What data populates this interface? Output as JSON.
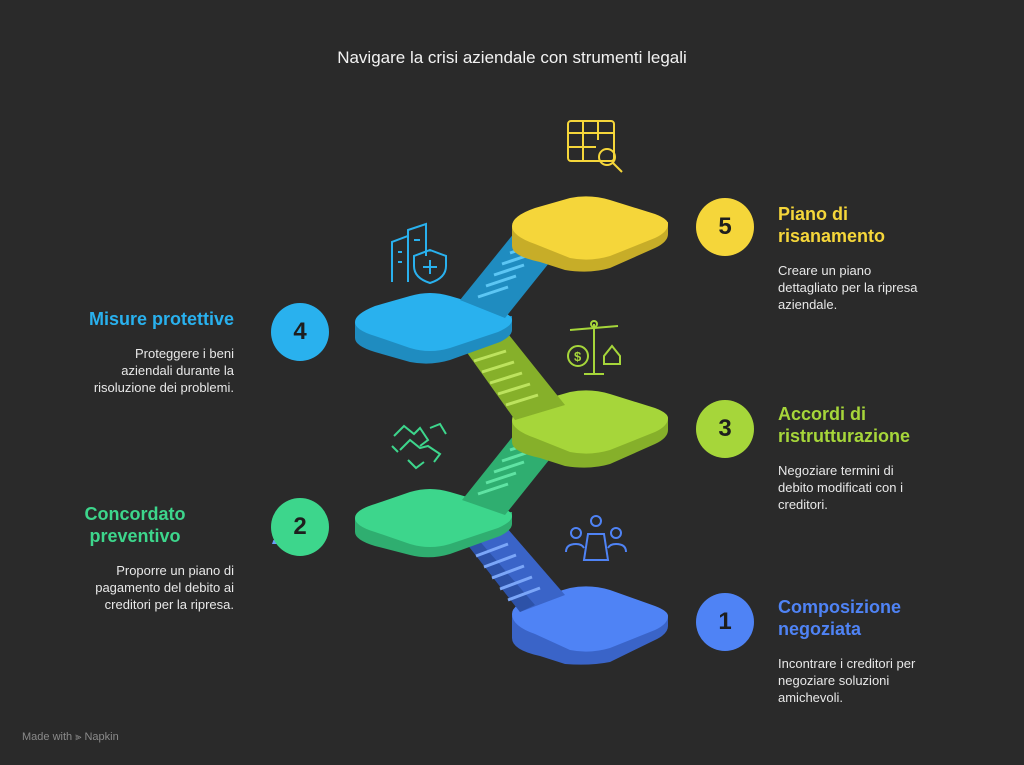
{
  "title": "Navigare la crisi aziendale con strumenti legali",
  "footer": "Made with ⫸ Napkin",
  "colors": {
    "background": "#2a2a2a",
    "step1": "#4f83f5",
    "step2": "#3dd68c",
    "step3": "#a6d63a",
    "step4": "#29b1ee",
    "step5": "#f5d63a"
  },
  "steps": [
    {
      "number": "1",
      "title_lines": [
        "Composizione",
        "negoziata"
      ],
      "desc_lines": [
        "Incontrare i creditori per",
        "negoziare soluzioni",
        "amichevoli."
      ],
      "icon": "meeting-table-icon"
    },
    {
      "number": "2",
      "title_lines": [
        "Concordato",
        "preventivo"
      ],
      "desc_lines": [
        "Proporre un piano di",
        "pagamento del debito ai",
        "creditori per la ripresa."
      ],
      "icon": "handshake-icon"
    },
    {
      "number": "3",
      "title_lines": [
        "Accordi di",
        "ristrutturazione"
      ],
      "desc_lines": [
        "Negoziare termini di",
        "debito modificati con i",
        "creditori."
      ],
      "icon": "balance-scale-icon"
    },
    {
      "number": "4",
      "title_lines": [
        "Misure protettive"
      ],
      "desc_lines": [
        "Proteggere i beni",
        "aziendali durante la",
        "risoluzione dei problemi."
      ],
      "icon": "building-shield-icon"
    },
    {
      "number": "5",
      "title_lines": [
        "Piano di",
        "risanamento"
      ],
      "desc_lines": [
        "Creare un piano",
        "dettagliato per la ripresa",
        "aziendale."
      ],
      "icon": "table-search-icon"
    }
  ]
}
